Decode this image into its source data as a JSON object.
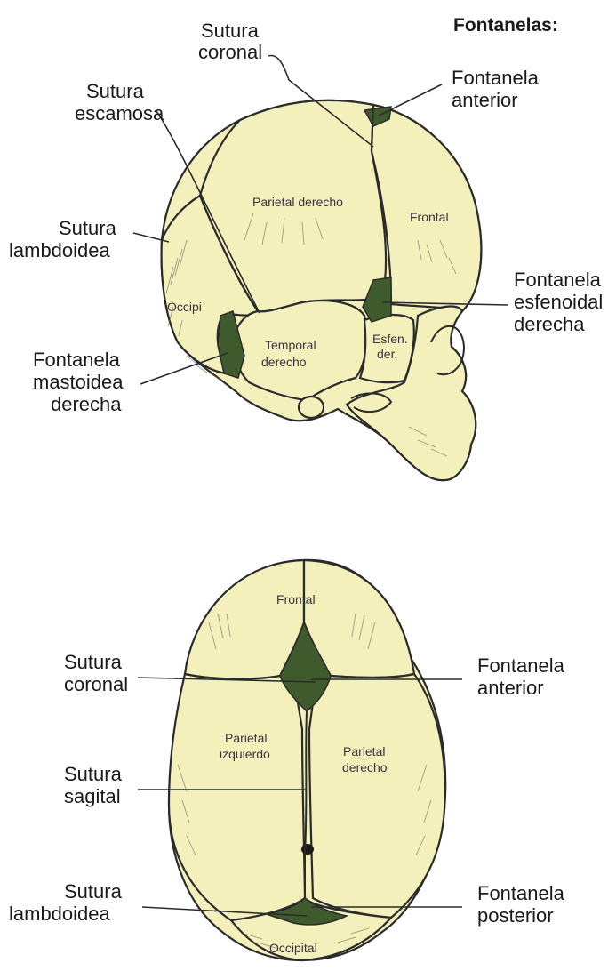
{
  "heading": "Fontanelas:",
  "lateral_view": {
    "labels": {
      "sutura_coronal": [
        "Sutura",
        "coronal"
      ],
      "fontanela_anterior": [
        "Fontanela",
        "anterior"
      ],
      "sutura_escamosa": [
        "Sutura",
        "escamosa"
      ],
      "sutura_lambdoidea": [
        "Sutura",
        "lambdoidea"
      ],
      "fontanela_esfenoidal": [
        "Fontanela",
        "esfenoidal",
        "derecha"
      ],
      "fontanela_mastoidea": [
        "Fontanela",
        "mastoidea",
        "derecha"
      ]
    },
    "bones": {
      "parietal": "Parietal derecho",
      "frontal": "Frontal",
      "occipital": "Occipi",
      "temporal": [
        "Temporal",
        "derecho"
      ],
      "esfenoides": [
        "Esfen.",
        "der."
      ]
    }
  },
  "top_view": {
    "labels": {
      "sutura_coronal": [
        "Sutura",
        "coronal"
      ],
      "fontanela_anterior": [
        "Fontanela",
        "anterior"
      ],
      "sutura_sagital": [
        "Sutura",
        "sagital"
      ],
      "sutura_lambdoidea": [
        "Sutura",
        "lambdoidea"
      ],
      "fontanela_posterior": [
        "Fontanela",
        "posterior"
      ]
    },
    "bones": {
      "frontal": "Frontal",
      "parietal_izq": [
        "Parietal",
        "izquierdo"
      ],
      "parietal_der": [
        "Parietal",
        "derecho"
      ],
      "occipital": "Occipital"
    }
  },
  "colors": {
    "bone": "#f3f0bc",
    "fontanel": "#3f5a2c",
    "line": "#2b2b2b"
  }
}
